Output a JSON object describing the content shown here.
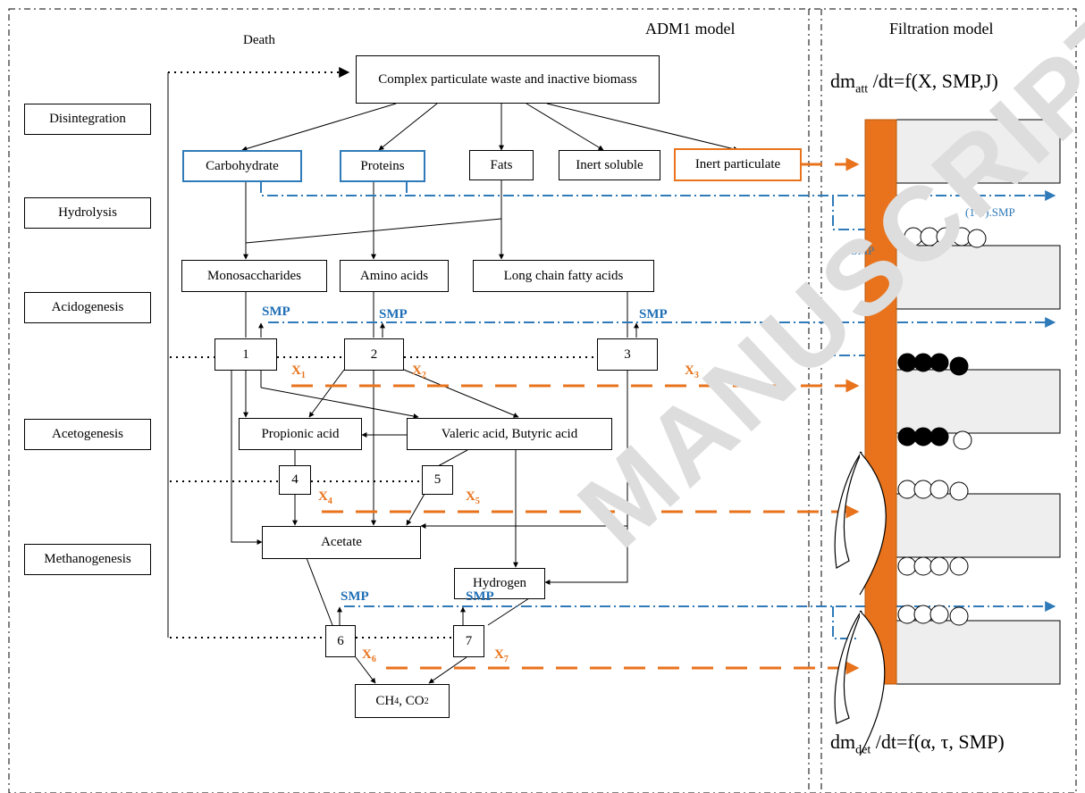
{
  "headers": {
    "death": "Death",
    "adm1": "ADM1 model",
    "filtration": "Filtration model"
  },
  "equations": {
    "att_main": "dm",
    "att_sub": "att",
    "att_rest": " /dt=f(X, SMP,J)",
    "det_main": "dm",
    "det_sub": "det",
    "det_rest": " /dt=f(α, τ, SMP)"
  },
  "stages": [
    "Disintegration",
    "Hydrolysis",
    "Acidogenesis",
    "Acetogenesis",
    "Methanogenesis"
  ],
  "nodes": {
    "complex": "Complex particulate waste and inactive biomass",
    "carbohydrate": "Carbohydrate",
    "proteins": "Proteins",
    "fats": "Fats",
    "inert_soluble": "Inert soluble",
    "inert_particulate": "Inert particulate",
    "monosaccharides": "Monosaccharides",
    "amino_acids": "Amino acids",
    "lcfa": "Long chain fatty acids",
    "propionic": "Propionic acid",
    "valeric": "Valeric acid, Butyric acid",
    "acetate": "Acetate",
    "hydrogen": "Hydrogen",
    "ch4_a": "CH",
    "ch4_sub": "4",
    "ch4_b": ", CO",
    "co2_sub": "2"
  },
  "processes": [
    "1",
    "2",
    "3",
    "4",
    "5",
    "6",
    "7"
  ],
  "smp_label": "SMP",
  "smp_fractions": {
    "one_minus_sigma": "(1-σ).SMP",
    "sigma": "σ.SMP"
  },
  "x_labels": {
    "letter": "X",
    "subs": [
      "1",
      "2",
      "3",
      "4",
      "5",
      "6",
      "7"
    ]
  },
  "watermark": "MANUSCRIPT",
  "colors": {
    "smp_blue": "#2f7ab8",
    "biomass_orange": "#e8731c",
    "membrane": "#e8731c",
    "pore_fill": "#eeeeee"
  }
}
